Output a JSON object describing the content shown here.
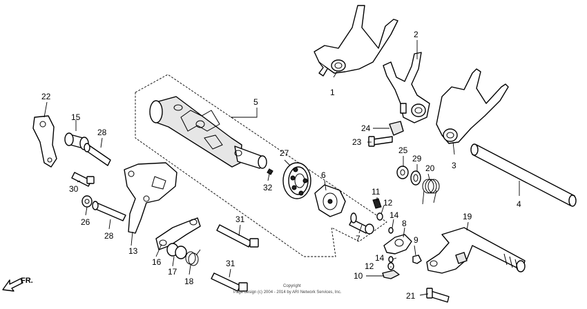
{
  "diagram": {
    "direction_label": "FR.",
    "copyright": [
      "Copyright",
      "Page design (c) 2004 - 2014 by ARI Network Services, Inc."
    ],
    "callouts": {
      "c1": "1",
      "c2": "2",
      "c3": "3",
      "c4": "4",
      "c5": "5",
      "c6": "6",
      "c7": "7",
      "c8": "8",
      "c9": "9",
      "c10": "10",
      "c11": "11",
      "c12a": "12",
      "c12b": "12",
      "c13": "13",
      "c14a": "14",
      "c14b": "14",
      "c15": "15",
      "c16": "16",
      "c17": "17",
      "c18": "18",
      "c19": "19",
      "c20": "20",
      "c21": "21",
      "c22": "22",
      "c23": "23",
      "c24": "24",
      "c25": "25",
      "c26": "26",
      "c27": "27",
      "c28a": "28",
      "c28b": "28",
      "c29": "29",
      "c30": "30",
      "c31a": "31",
      "c31b": "31",
      "c32": "32"
    }
  }
}
